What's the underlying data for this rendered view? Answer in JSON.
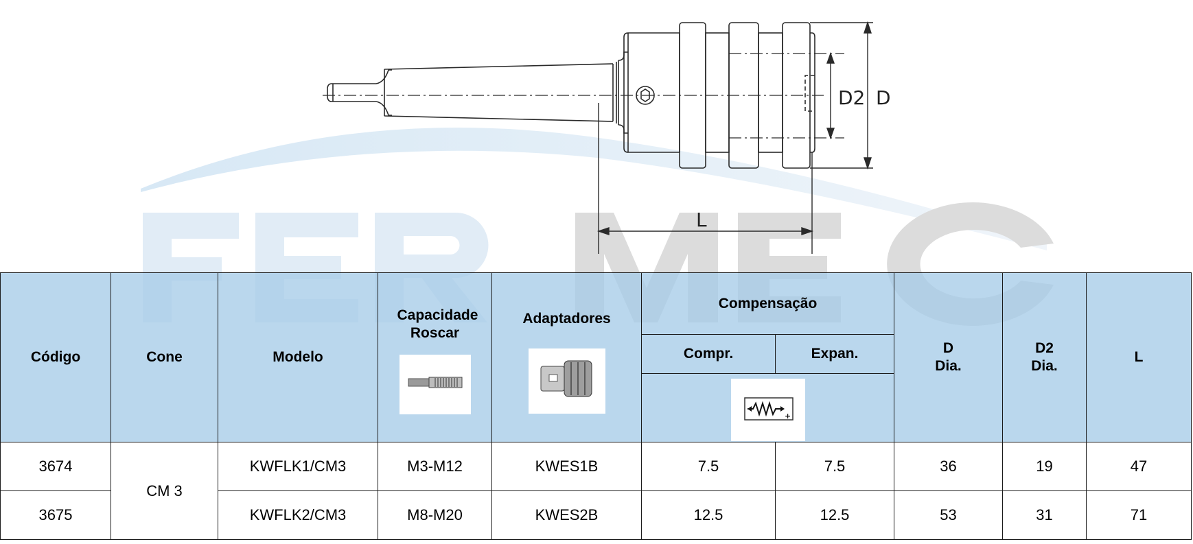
{
  "watermark": {
    "text": "FERMEC"
  },
  "drawing": {
    "dimension_labels": {
      "d2": "D2",
      "d": "D",
      "l": "L"
    }
  },
  "table": {
    "headers": {
      "codigo": "Código",
      "cone": "Cone",
      "modelo": "Modelo",
      "capacidade": "Capacidade Roscar",
      "adaptadores": "Adaptadores",
      "compensacao": "Compensação",
      "compr": "Compr.",
      "expan": "Expan.",
      "d_top": "D",
      "d_bottom": "Dia.",
      "d2_top": "D2",
      "d2_bottom": "Dia.",
      "l": "L"
    },
    "rows": [
      {
        "codigo": "3674",
        "cone": "CM 3",
        "modelo": "KWFLK1/CM3",
        "capacidade": "M3-M12",
        "adaptadores": "KWES1B",
        "compr": "7.5",
        "expan": "7.5",
        "d": "36",
        "d2": "19",
        "l": "47"
      },
      {
        "codigo": "3675",
        "cone": "CM 3",
        "modelo": "KWFLK2/CM3",
        "capacidade": "M8-M20",
        "adaptadores": "KWES2B",
        "compr": "12.5",
        "expan": "12.5",
        "d": "53",
        "d2": "31",
        "l": "71"
      }
    ]
  }
}
